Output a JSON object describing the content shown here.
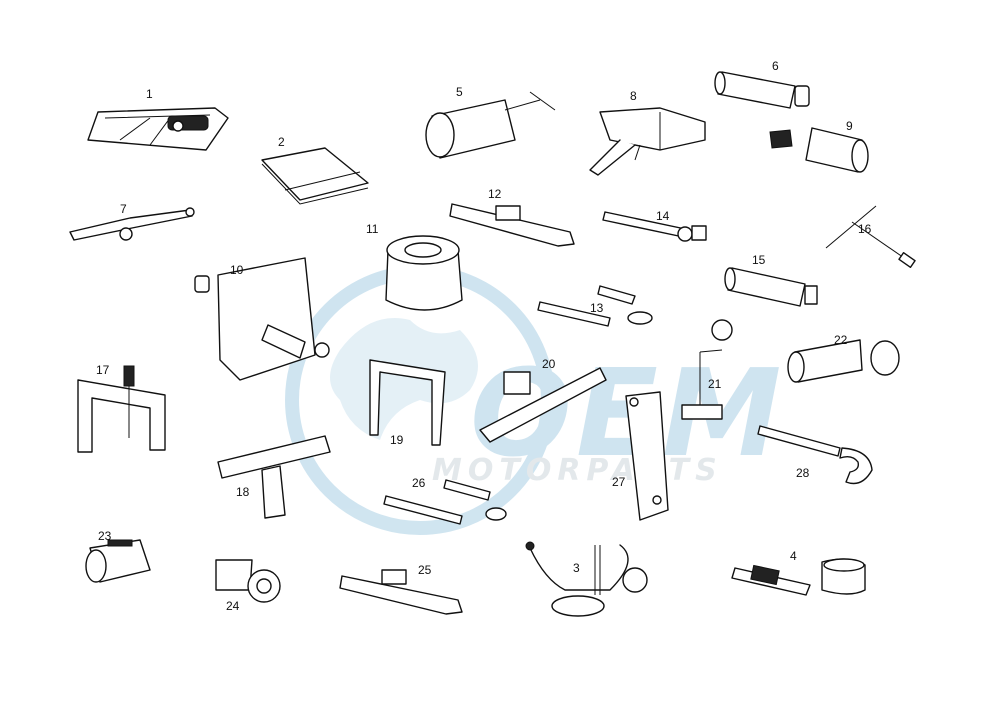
{
  "watermark": {
    "brand": "OEM",
    "tagline": "MOTORPARTS",
    "color": "#a9cfe4"
  },
  "callouts": [
    "1",
    "2",
    "3",
    "4",
    "5",
    "6",
    "7",
    "8",
    "9",
    "10",
    "11",
    "12",
    "13",
    "14",
    "15",
    "16",
    "17",
    "18",
    "19",
    "20",
    "21",
    "22",
    "23",
    "24",
    "25",
    "26",
    "27",
    "28"
  ],
  "icons": [
    "tool-roll-icon",
    "manual-icon",
    "clamp-icon",
    "valve-tool-icon",
    "puller-icon",
    "sleeve-icon",
    "wrench-icon",
    "hand-pump-icon",
    "socket-icon",
    "plate-icon",
    "ring-icon",
    "bar-icon",
    "pin-icon",
    "t-wrench-icon",
    "gauge-icon",
    "spanner-icon"
  ]
}
